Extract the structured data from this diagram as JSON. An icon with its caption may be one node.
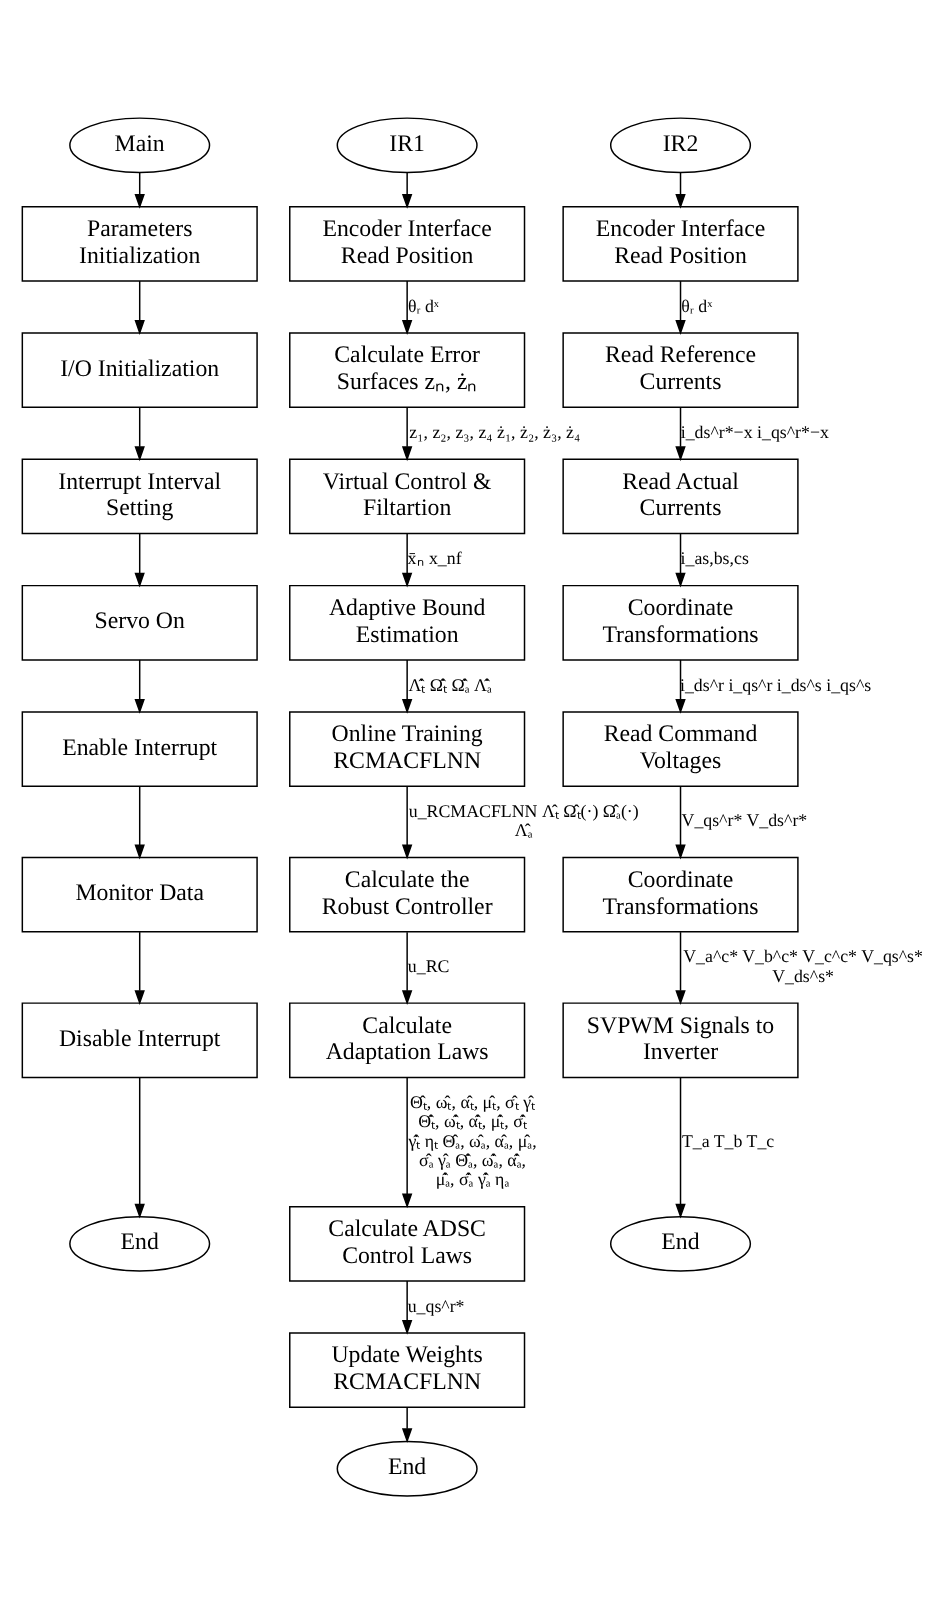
{
  "diagram": {
    "nodes": [
      {
        "text": [
          "Main"
        ]
      },
      {
        "text": [
          "Parameters Initialization"
        ]
      },
      {
        "text": [
          "I/O Initialization"
        ]
      },
      {
        "text": [
          "Interrupt Interval Setting"
        ]
      },
      {
        "text": [
          "Servo On"
        ]
      },
      {
        "text": [
          "Enable Interrupt"
        ]
      },
      {
        "text": [
          "Monitor Data"
        ]
      },
      {
        "text": [
          "Disable Interrupt"
        ]
      },
      {
        "text": [
          "End"
        ]
      },
      {
        "text": [
          "IR1"
        ]
      },
      {
        "text": [
          "Encoder Interface Read Position"
        ]
      },
      {
        "text": [
          "Calculate Error Surfaces zₙ, żₙ"
        ]
      },
      {
        "text": [
          "Virtual Control & Filtartion"
        ]
      },
      {
        "text": [
          "Adaptive Bound Estimation"
        ]
      },
      {
        "text": [
          "Online Training RCMACFLNN"
        ]
      },
      {
        "text": [
          "Calculate the Robust Controller"
        ]
      },
      {
        "text": [
          "Calculate Adaptation Laws"
        ]
      },
      {
        "text": [
          "Calculate ADSC Control Laws"
        ]
      },
      {
        "text": [
          "Update Weights RCMACFLNN"
        ]
      },
      {
        "text": [
          "End"
        ]
      },
      {
        "text": [
          "IR2"
        ]
      },
      {
        "text": [
          "Encoder Interface Read Position"
        ]
      },
      {
        "text": [
          "Read Reference Currents"
        ]
      },
      {
        "text": [
          "Read Actual Currents"
        ]
      },
      {
        "text": [
          "Coordinate Transformations"
        ]
      },
      {
        "text": [
          "Read Command Voltages"
        ]
      },
      {
        "text": [
          "Coordinate Transformations"
        ]
      },
      {
        "text": [
          "SVPWM Signals to Inverter"
        ]
      },
      {
        "text": [
          "End"
        ]
      }
    ],
    "edges": [
      {
        "from": 0,
        "to": 1,
        "arrow": "to"
      },
      {
        "from": 1,
        "to": 2,
        "arrow": "to"
      },
      {
        "from": 2,
        "to": 3,
        "arrow": "to"
      },
      {
        "from": 3,
        "to": 4,
        "arrow": "to"
      },
      {
        "from": 4,
        "to": 5,
        "arrow": "to"
      },
      {
        "from": 5,
        "to": 6,
        "arrow": "to"
      },
      {
        "from": 6,
        "to": 7,
        "arrow": "to"
      },
      {
        "from": 7,
        "to": 8,
        "arrow": "to"
      },
      {
        "from": 9,
        "to": 10,
        "arrow": "to"
      },
      {
        "from": 10,
        "to": 11,
        "arrow": "to",
        "label": "θᵣ dˣ"
      },
      {
        "from": 11,
        "to": 12,
        "arrow": "to",
        "label": "z₁, z₂, z₃, z₄ ż₁, ż₂, ż₃, ż₄"
      },
      {
        "from": 12,
        "to": 13,
        "arrow": "to",
        "label": "x̄ₙ x_nf"
      },
      {
        "from": 13,
        "to": 14,
        "arrow": "to",
        "label": "Λ̂̇ₜ Ω̂̇ₜ Ω̂̇ₐ Λ̂̇ₐ"
      },
      {
        "from": 14,
        "to": 15,
        "arrow": "to",
        "label": "u_RCMACFLNN Λ̂ₜ Ω̂ₜ(·) Ω̂ₐ(·) Λ̂ₐ"
      },
      {
        "from": 15,
        "to": 16,
        "arrow": "to",
        "label": "u_RC"
      },
      {
        "from": 16,
        "to": 17,
        "arrow": "to",
        "label": "Θ̂ₜ, ω̂ₜ, α̂ₜ, μ̂ₜ, σ̂ₜ γ̂ₜ Θ̂̇ₜ, ω̂̇ₜ, α̂̇ₜ, μ̂̇ₜ, σ̂̇ₜ γ̂̇ₜ ηₜ Θ̂ₐ, ω̂ₐ, α̂ₐ, μ̂ₐ, σ̂ₐ γ̂ₐ Θ̂̇ₐ, ω̂̇ₐ, α̂̇ₐ, μ̂̇ₐ, σ̂̇ₐ γ̂̇ₐ ηₐ"
      },
      {
        "from": 17,
        "to": 18,
        "arrow": "to",
        "label": "u_qs^r*"
      },
      {
        "from": 18,
        "to": 19,
        "arrow": "to"
      },
      {
        "from": 20,
        "to": 21,
        "arrow": "to"
      },
      {
        "from": 21,
        "to": 22,
        "arrow": "to",
        "label": "θᵣ dˣ"
      },
      {
        "from": 22,
        "to": 23,
        "arrow": "to",
        "label": "i_ds^r*−x i_qs^r*−x"
      },
      {
        "from": 23,
        "to": 24,
        "arrow": "to",
        "label": "i_as,bs,cs"
      },
      {
        "from": 24,
        "to": 25,
        "arrow": "to",
        "label": "i_ds^r i_qs^r i_ds^s i_qs^s"
      },
      {
        "from": 25,
        "to": 26,
        "arrow": "to",
        "label": "V_qs^r* V_ds^r*"
      },
      {
        "from": 26,
        "to": 27,
        "arrow": "to",
        "label": "V_a^c* V_b^c* V_c^c* V_qs^s* V_ds^s*"
      },
      {
        "from": 27,
        "to": 28,
        "arrow": "to",
        "label": "T_a T_b T_c"
      }
    ]
  }
}
